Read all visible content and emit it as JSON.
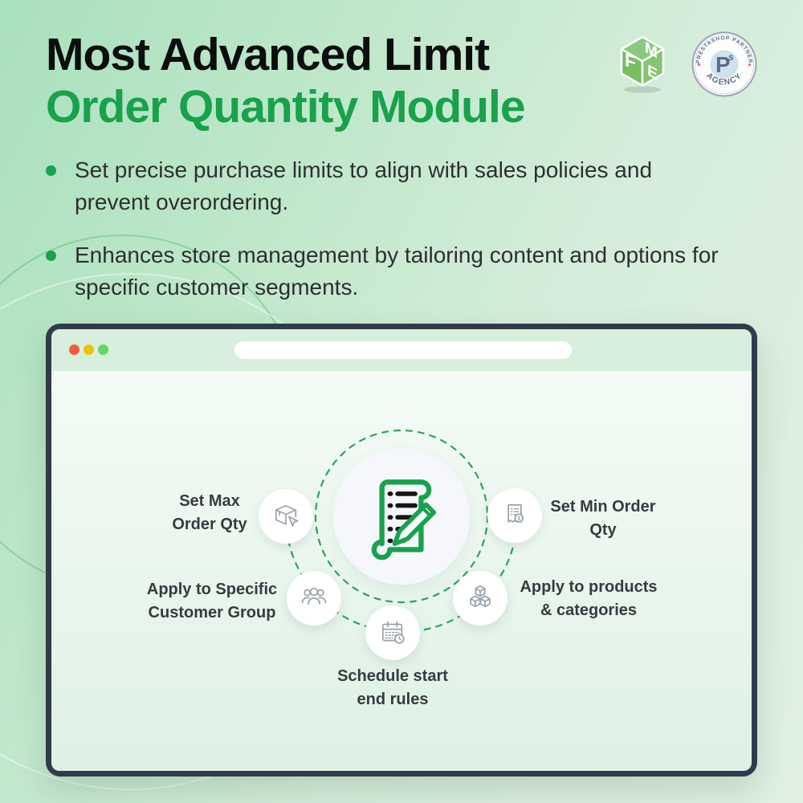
{
  "colors": {
    "brand_green": "#17a24b",
    "title_black": "#0c0d0e",
    "text_dark": "#2c2f33",
    "dash_green": "#28a654",
    "icon_gray": "#9aa2ab",
    "window_border": "#2f3b4c",
    "traffic_red": "#f75a3a",
    "traffic_yellow": "#eec20a",
    "traffic_green": "#62d85e"
  },
  "header": {
    "title_line1": "Most Advanced Limit",
    "title_line2": "Order Quantity Module",
    "bullets": [
      "Set precise purchase limits to align with sales policies and prevent overordering.",
      "Enhances store management by tailoring content and options for specific customer segments."
    ]
  },
  "logos": {
    "fme": {
      "letters": [
        "F",
        "M",
        "E"
      ]
    },
    "badge": {
      "arc_top": "PRESTASHOP PARTNER",
      "arc_bottom": "AGENCY",
      "monogram": "P",
      "monogram_super": "s",
      "star": "★"
    }
  },
  "browser_window": {
    "address_bar_value": ""
  },
  "diagram": {
    "features": [
      {
        "id": "set-max-order-qty",
        "label": "Set Max\nOrder Qty",
        "icon": "package-cursor-icon"
      },
      {
        "id": "set-min-order-qty",
        "label": "Set Min Order\nQty",
        "icon": "invoice-dollar-icon",
        "dollar_symbol": "$"
      },
      {
        "id": "apply-customer-group",
        "label": "Apply to Specific\nCustomer Group",
        "icon": "customer-group-icon"
      },
      {
        "id": "apply-products-categories",
        "label": "Apply to products\n& categories",
        "icon": "product-cubes-icon"
      },
      {
        "id": "schedule-rules",
        "label": "Schedule start\nend rules",
        "icon": "calendar-clock-icon"
      }
    ]
  }
}
